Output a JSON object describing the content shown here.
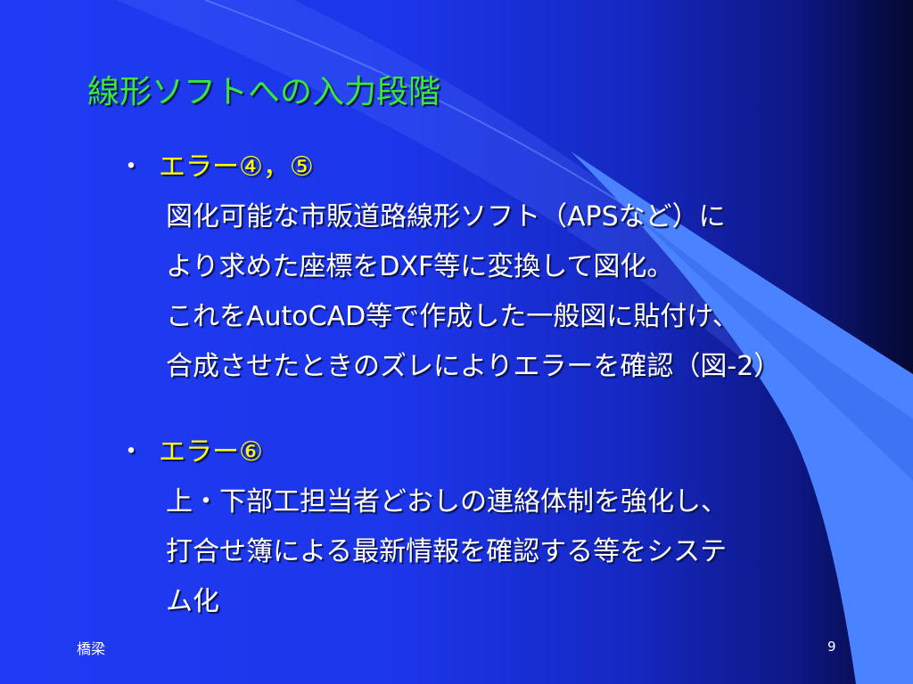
{
  "slide": {
    "title": "線形ソフトへの入力段階",
    "bullet_symbol": "・",
    "bullets": [
      {
        "heading": "エラー④，⑤",
        "lines": [
          "図化可能な市販道路線形ソフト（APSなど）に",
          "より求めた座標をDXF等に変換して図化。",
          "これをAutoCAD等で作成した一般図に貼付け、",
          "合成させたときのズレによりエラーを確認（図-2）"
        ]
      },
      {
        "heading": "エラー⑥",
        "lines": [
          "上・下部工担当者どおしの連絡体制を強化し、",
          "打合せ簿による最新情報を確認する等をシステ",
          "ム化"
        ]
      }
    ]
  },
  "footer": {
    "left": "橋梁",
    "page_number": "9"
  },
  "colors": {
    "title": "#39e639",
    "heading": "#ffff00",
    "body_text": "#ffffff",
    "background": "#1f3cf4",
    "accent_shape": "#4a82ff"
  }
}
